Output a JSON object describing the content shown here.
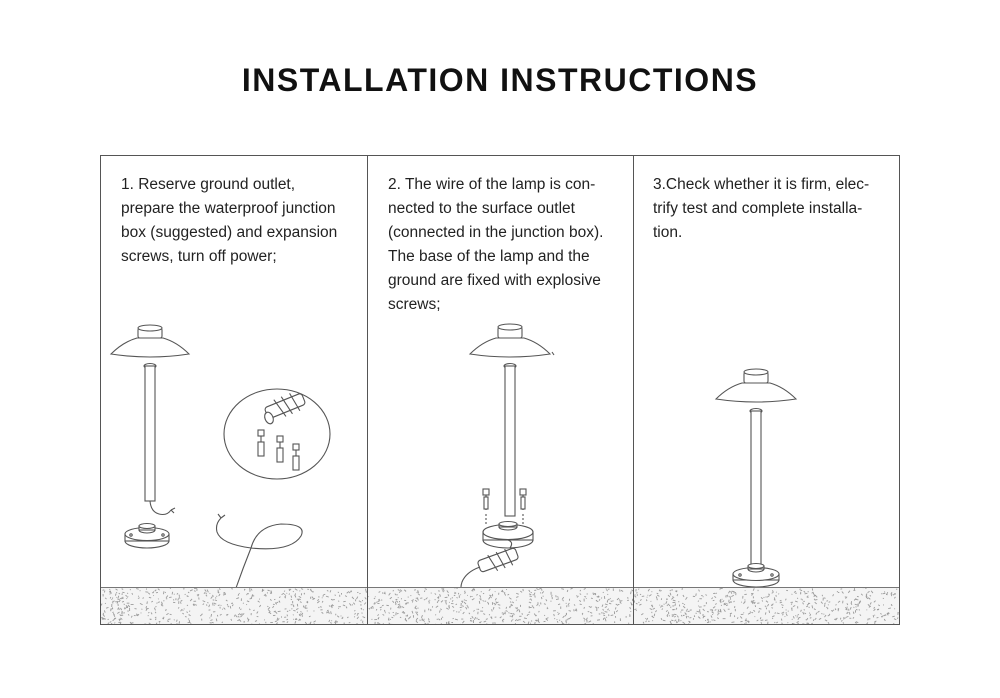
{
  "title": "INSTALLATION INSTRUCTIONS",
  "colors": {
    "line": "#555555",
    "ground_fill": "#f4f4f4",
    "ground_speck": "#9a9a9a",
    "text": "#222222"
  },
  "steps": [
    {
      "number": "1",
      "text": "1. Reserve ground outlet,\nprepare the waterproof junction\nbox (suggested) and expansion\nscrews, turn off power;"
    },
    {
      "number": "2",
      "text": "2. The wire of the lamp is con-\nnected to the surface outlet\n(connected in the junction box).\nThe base of the lamp and the\nground are fixed with explosive\nscrews;"
    },
    {
      "number": "3",
      "text": "3.Check whether it is firm, elec-\ntrify test and complete installa-\ntion."
    }
  ]
}
